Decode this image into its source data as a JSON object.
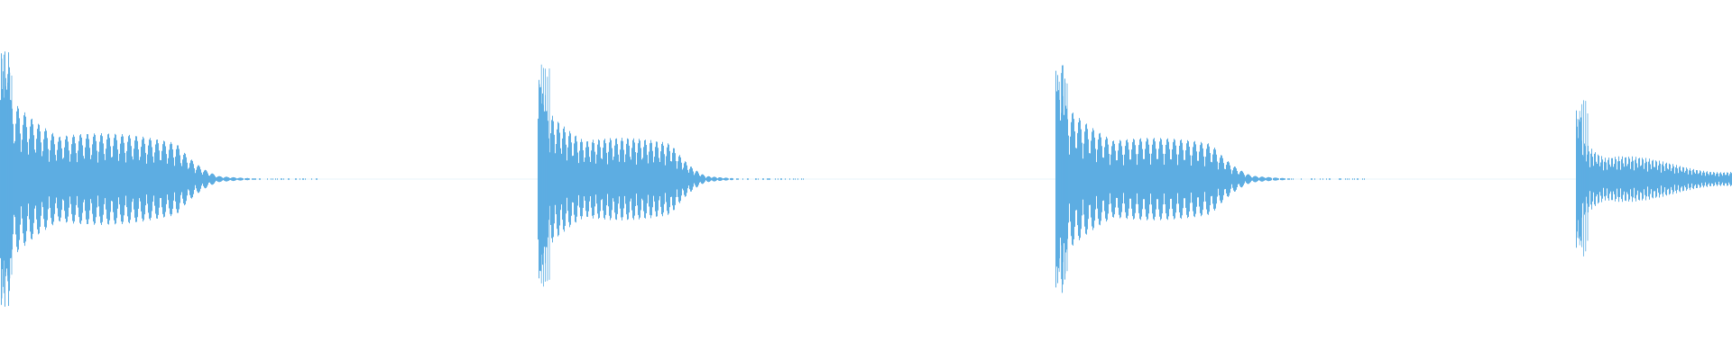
{
  "waveform": {
    "color": "#5dade2",
    "background": "#ffffff",
    "clips": [
      {
        "peak": 0.85,
        "sustain": 0.3,
        "attack_level": 0.6,
        "tail": 0.55
      },
      {
        "peak": 0.75,
        "sustain": 0.27,
        "attack_level": 0.52,
        "tail": 0.5
      },
      {
        "peak": 0.75,
        "sustain": 0.27,
        "attack_level": 0.55,
        "tail": 0.5
      },
      {
        "peak": 0.52,
        "sustain": 0.15,
        "attack_level": 0.3,
        "tail": 1.0
      }
    ]
  }
}
